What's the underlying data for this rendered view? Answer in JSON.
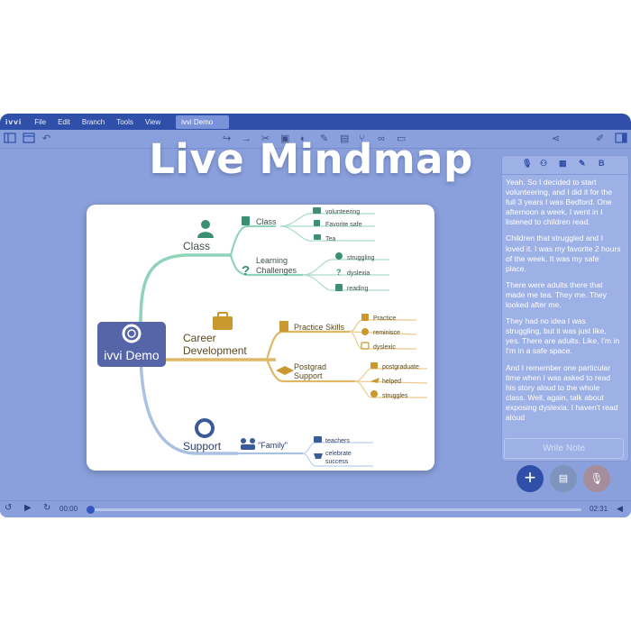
{
  "menubar": {
    "logo": "ivvi",
    "items": [
      "File",
      "Edit",
      "Branch",
      "Tools",
      "View"
    ],
    "active_tab": "ivvi Demo"
  },
  "toolbar": {
    "left_icons": [
      "sidebar-toggle-icon",
      "window-icon",
      "undo-icon"
    ],
    "center_icons": [
      "redo-icon",
      "arrow-right-icon",
      "scissors-icon",
      "image-icon",
      "palette-icon",
      "pen-icon",
      "clipboard-icon",
      "branch-icon",
      "link-icon",
      "comment-icon"
    ],
    "right_icons": [
      "share-icon",
      "brush-icon",
      "panel-toggle-icon"
    ]
  },
  "overlay_title": "Live Mindmap",
  "mindmap": {
    "center": "ivvi Demo",
    "branches": {
      "class": {
        "label": "Class",
        "subs": [
          {
            "label": "Class",
            "leaves": [
              "volunteering",
              "Favorite safe",
              "Tea"
            ]
          },
          {
            "label_line1": "Learning",
            "label_line2": "Challenges",
            "leaves": [
              "struggling",
              "dyslexia",
              "reading"
            ]
          }
        ]
      },
      "career": {
        "label_line1": "Career",
        "label_line2": "Development",
        "subs": [
          {
            "label": "Practice Skills",
            "leaves": [
              "Practice",
              "reminisce",
              "dyslexic"
            ]
          },
          {
            "label_line1": "Postgrad",
            "label_line2": "Support",
            "leaves": [
              "postgraduate",
              "helped",
              "struggles"
            ]
          }
        ]
      },
      "support": {
        "label": "Support",
        "subs": [
          {
            "label": "\"Family\"",
            "leaves": [
              "teachers",
              "celebrate success"
            ],
            "leaf2_line1": "celebrate",
            "leaf2_line2": "success"
          }
        ]
      }
    }
  },
  "colors": {
    "class": "#6fc3a3",
    "career": "#d4a94f",
    "support": "#8fb0d8",
    "accent": "#2f4fa8"
  },
  "sidebar": {
    "tools": [
      "mic-icon",
      "tree-icon",
      "qr-icon",
      "edit-icon",
      "bold-icon"
    ],
    "bold_label": "B",
    "transcript": [
      "Yeah. So I decided to start volunteering, and I did it for the full 3 years I was Bedford. One afternoon a week, I went in I listened to children read.",
      "Children that struggled and I loved it. I was my favorite 2 hours of the week. It was my safe place.",
      "There were adults there that made me tea. They me. They looked after me.",
      "They had no idea I was struggling, but it was just like, yes. There are adults. Like, I'm in I'm in a safe space.",
      "And I remember one particular time when I was asked to read his story aloud to the whole class. Well, again, talk about exposing dyslexia. I haven't read aloud"
    ],
    "write_note_placeholder": "Write Note"
  },
  "buttons": {
    "add": "+"
  },
  "playbar": {
    "current_time": "00:00",
    "duration": "02:31",
    "progress": 0
  }
}
